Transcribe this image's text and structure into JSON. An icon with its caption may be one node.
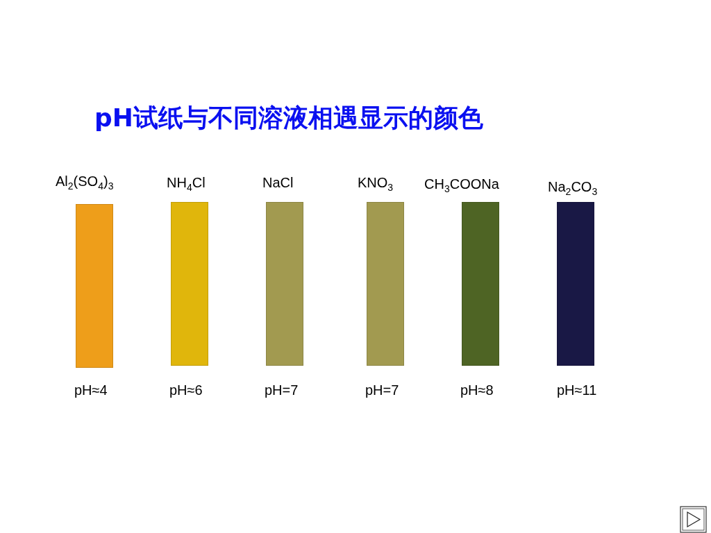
{
  "diagram": {
    "title": "pH试纸与不同溶液相遇显示的颜色",
    "nodes": [
      {
        "text": [
          "Al$_{2}$(SO$_{4}$)$_{3}$",
          "pH≈4"
        ]
      },
      {
        "text": [
          "NH$_{4}$Cl",
          "pH≈6"
        ]
      },
      {
        "text": [
          "NaCl",
          "pH=7"
        ]
      },
      {
        "text": [
          "KNO$_{3}$",
          "pH=7"
        ]
      },
      {
        "text": [
          "CH$_{3}$COONa",
          "pH≈8"
        ]
      },
      {
        "text": [
          "Na$_{2}$CO$_{3}$",
          "pH≈11"
        ]
      }
    ]
  }
}
